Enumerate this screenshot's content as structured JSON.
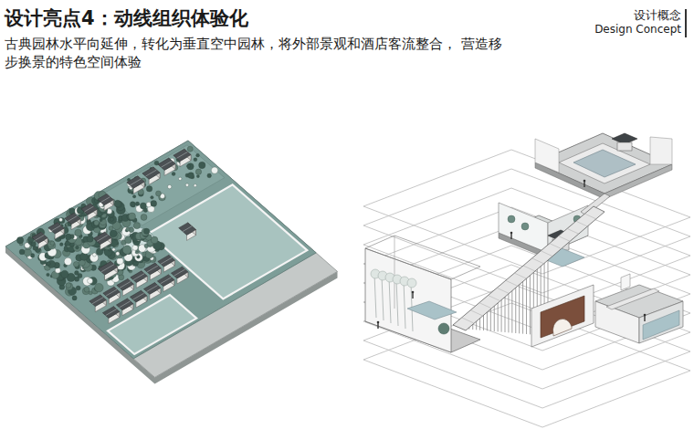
{
  "diagram": {
    "title": "设计亮点4：动线组织体验化",
    "caption": "古典园林水平向延伸，转化为垂直空中园林，将外部景观和酒店客流整合， 营造移步换景的特色空间体验",
    "labels": [
      "设计概念",
      "Design Concept"
    ]
  }
}
